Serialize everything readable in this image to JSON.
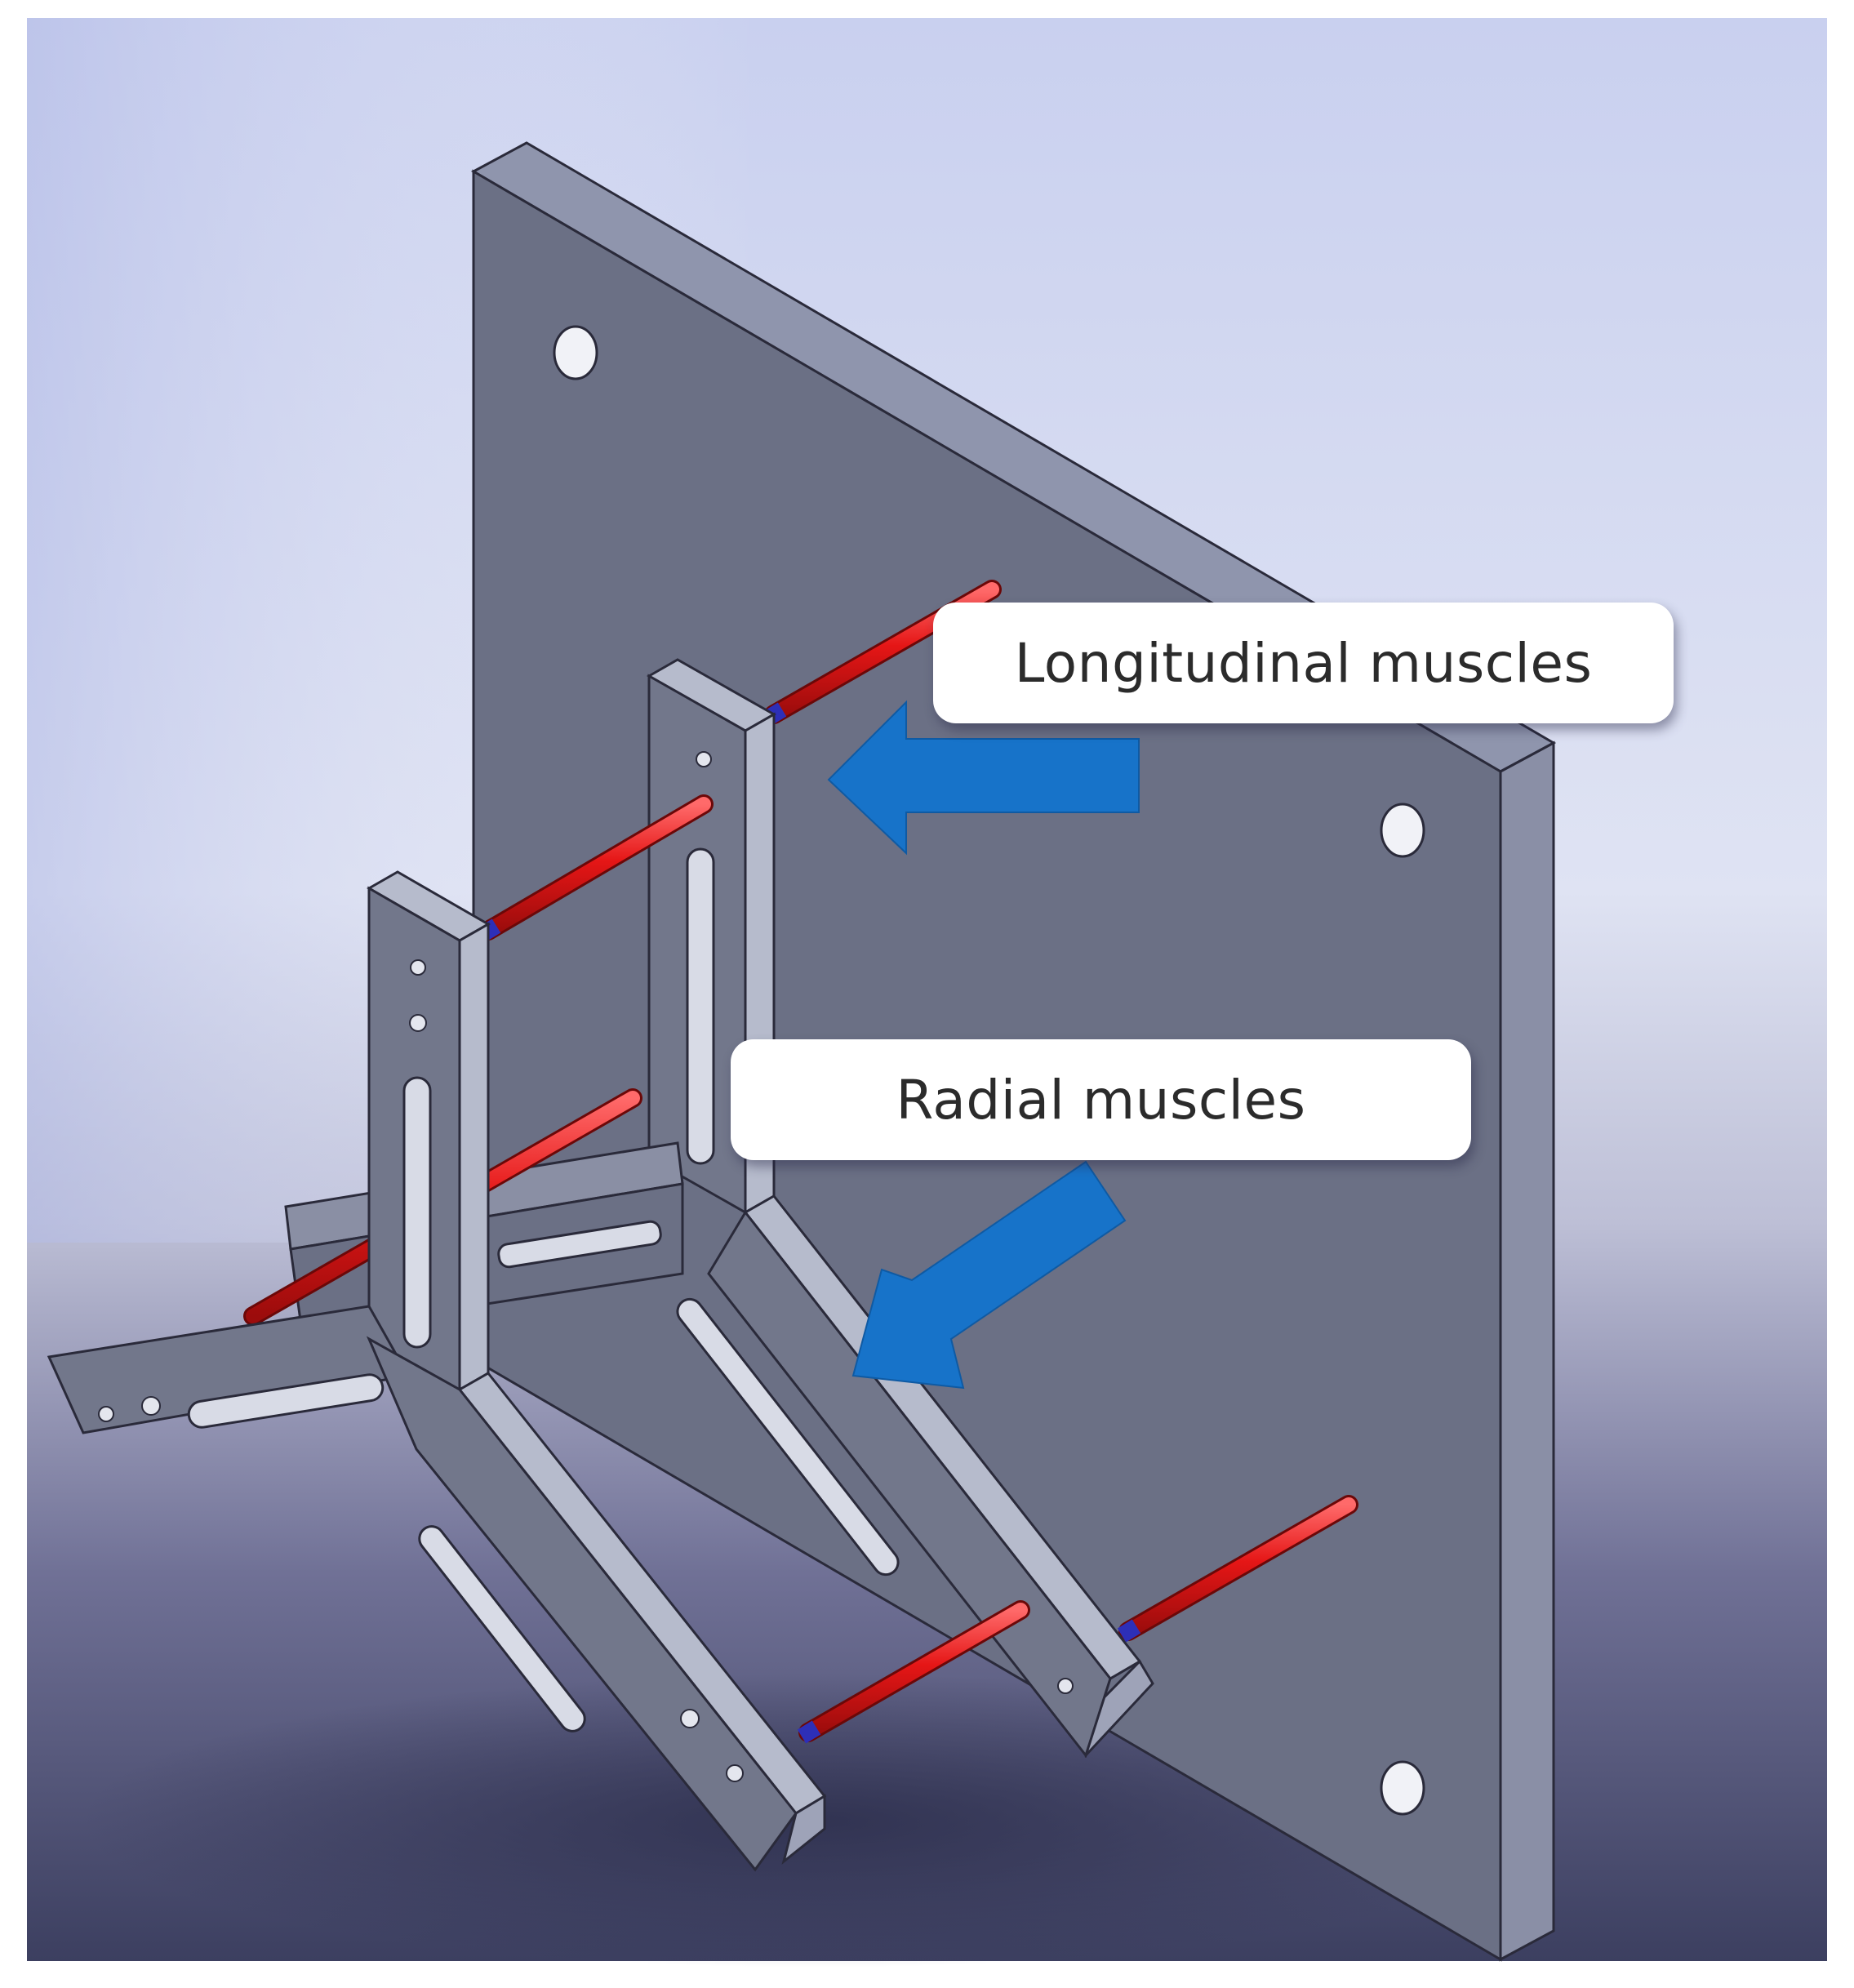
{
  "labels": {
    "longitudinal": "Longitudinal muscles",
    "radial": "Radial muscles"
  },
  "colors": {
    "plate": "#6b7085",
    "plate_edge": "#8f95ad",
    "bracket": "#72778b",
    "bracket_edge": "#b6bbcc",
    "muscle": "#e01b1b",
    "muscle_tip": "#2d2fb8",
    "arrow": "#1773c9"
  },
  "icons": {
    "arrow_longitudinal": "arrow-left",
    "arrow_radial": "arrow-down-left"
  }
}
